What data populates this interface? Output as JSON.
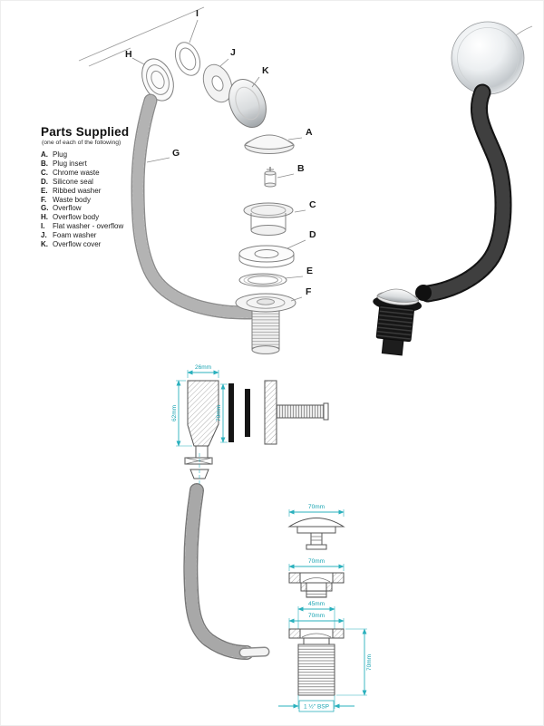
{
  "parts_supplied": {
    "title": "Parts Supplied",
    "subtitle": "(one of each of the following)",
    "items": [
      {
        "letter": "A.",
        "name": "Plug"
      },
      {
        "letter": "B.",
        "name": "Plug insert"
      },
      {
        "letter": "C.",
        "name": "Chrome waste"
      },
      {
        "letter": "D.",
        "name": "Silicone seal"
      },
      {
        "letter": "E.",
        "name": "Ribbed washer"
      },
      {
        "letter": "F.",
        "name": "Waste body"
      },
      {
        "letter": "G.",
        "name": "Overflow"
      },
      {
        "letter": "H.",
        "name": "Overflow body"
      },
      {
        "letter": "I.",
        "name": "Flat washer - overflow"
      },
      {
        "letter": "J.",
        "name": "Foam washer"
      },
      {
        "letter": "K.",
        "name": "Overflow cover"
      }
    ]
  },
  "exploded_labels": {
    "A": "A",
    "B": "B",
    "C": "C",
    "D": "D",
    "E": "E",
    "F": "F",
    "G": "G",
    "H": "H",
    "I": "I",
    "J": "J",
    "K": "K"
  },
  "dimensions": {
    "overflow_width": "26mm",
    "overflow_height_left": "62mm",
    "overflow_height_right": "70mm",
    "plug_width": "70mm",
    "waste_flange_width": "70mm",
    "waste_thread_width": "45mm",
    "waste_body_width": "70mm",
    "waste_body_height": "70mm",
    "thread_spec": "1 ½\" BSP"
  },
  "colors": {
    "dimension": "#2ab0bd",
    "outline": "#555555",
    "hose_black": "#141414"
  }
}
